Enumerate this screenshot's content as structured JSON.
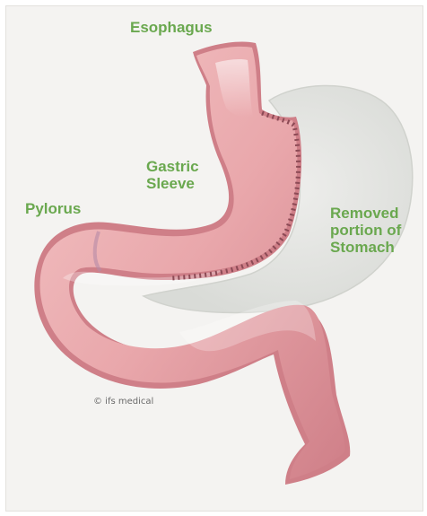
{
  "labels": {
    "esophagus": "Esophagus",
    "gastric_sleeve": [
      "Gastric",
      "Sleeve"
    ],
    "pylorus": "Pylorus",
    "removed_portion": [
      "Removed",
      "portion of",
      "Stomach"
    ]
  },
  "copyright": "© ifs medical",
  "colors": {
    "label_green": "#6aa84f",
    "tissue_pink": "#e7a4a8",
    "removed_grey": "#e2e3e0",
    "staple_line": "#8c4a55"
  }
}
